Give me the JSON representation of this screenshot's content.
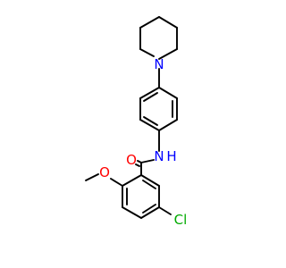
{
  "molecule": {
    "labels": {
      "n_piperidine": "N",
      "n_amide": "N",
      "h_amide": "H",
      "o_carbonyl": "O",
      "o_methoxy": "O",
      "cl": "Cl"
    },
    "colors": {
      "bond": "#000000",
      "nitrogen": "#0000ff",
      "oxygen": "#ff0000",
      "chlorine": "#00aa00"
    }
  }
}
